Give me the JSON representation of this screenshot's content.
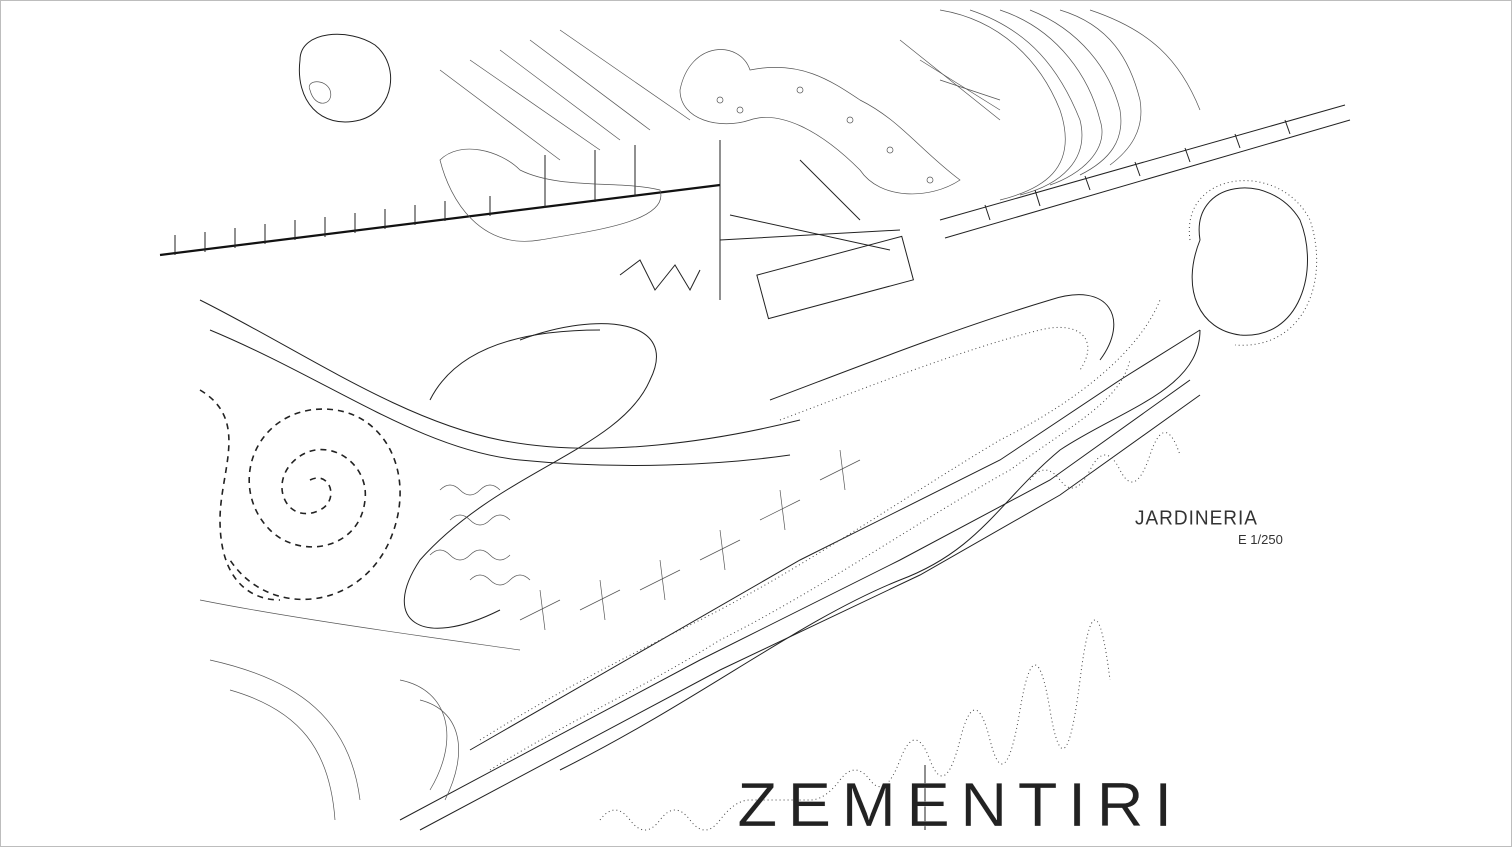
{
  "drawing": {
    "title": "ZEMENTIRI",
    "sheet_label": "JARDINERIA",
    "scale": "E 1/250"
  }
}
